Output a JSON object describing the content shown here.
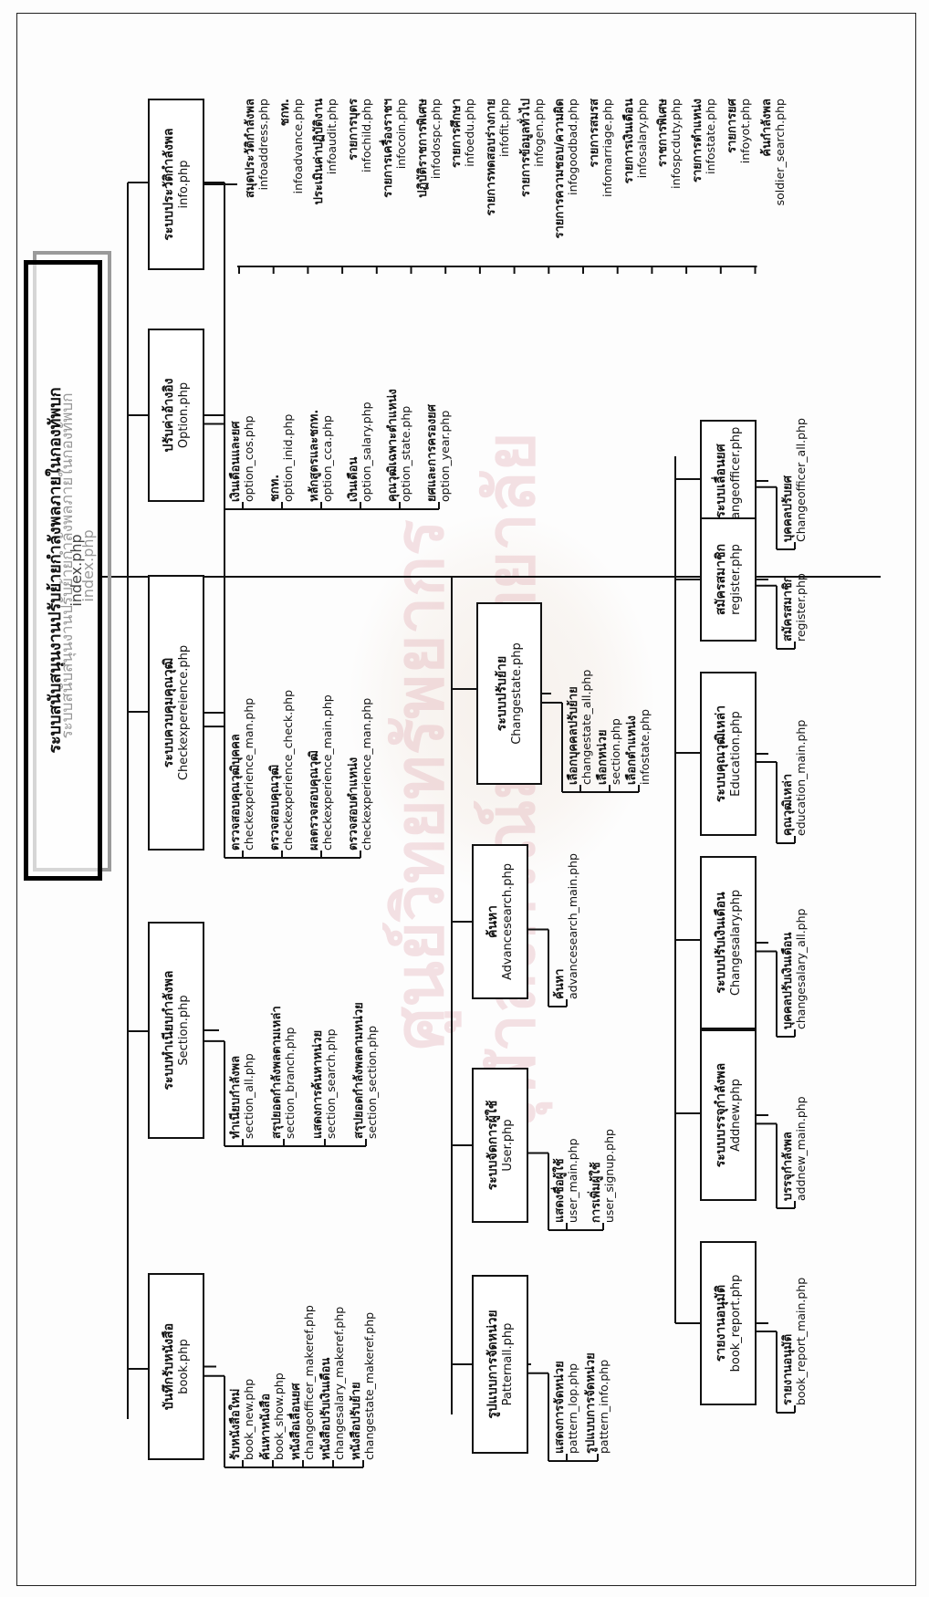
{
  "root": {
    "title_th": "ระบบสนับสนุนงานปรับย้ายกำลังพลภายในกองทัพบก",
    "title_th_sub": "ระบบสนับสนุนงานปรับย้ายกำลังพลภายในกองทัพบก",
    "file": "index.php",
    "file_sub": "index.php"
  },
  "watermark": {
    "line1": "ศูนย์วิทยทรัพยากร",
    "line2": "จุฬาลงกรณ์มหาวิทยาลัย"
  },
  "nodes": [
    {
      "key": "info",
      "th": "ระบบประวัติกำลังพล",
      "file": "info.php",
      "leaves": [
        {
          "th": "สมุดประวัติกำลังพล",
          "file": "infoaddress.php"
        },
        {
          "th": "ชกท.",
          "file": "infoadvance.php"
        },
        {
          "th": "ประเมินค่าปฏิบัติงาน",
          "file": "infoaudit.php"
        },
        {
          "th": "รายการบุตร",
          "file": "infochild.php"
        },
        {
          "th": "รายการเครื่องราชฯ",
          "file": "infocoin.php"
        },
        {
          "th": "ปฏิบัติราชการพิเศษ",
          "file": "infodospc.php"
        },
        {
          "th": "รายการศึกษา",
          "file": "infoedu.php"
        },
        {
          "th": "รายการทดสอบร่างกาย",
          "file": "infofit.php"
        },
        {
          "th": "รายการข้อมูลทั่วไป",
          "file": "infogen.php"
        },
        {
          "th": "รายการความชอบ/ความผิด",
          "file": "infogoodbad.php"
        },
        {
          "th": "รายการสมรส",
          "file": "infomarriage.php"
        },
        {
          "th": "รายการเงินเดือน",
          "file": "infosalary.php"
        },
        {
          "th": "ราชการพิเศษ",
          "file": "infospcduty.php"
        },
        {
          "th": "รายการตำแหน่ง",
          "file": "infostate.php"
        },
        {
          "th": "รายการยศ",
          "file": "infoyot.php"
        },
        {
          "th": "ค้นกำลังพล",
          "file": "soldier_search.php"
        }
      ]
    },
    {
      "key": "option",
      "th": "ปรับค่าอ้างอิง",
      "file": "Option.php",
      "leaves": [
        {
          "th": "เงินเดือนและยศ",
          "file": "option_cos.php"
        },
        {
          "th": "ชกท.",
          "file": "option_inid.php"
        },
        {
          "th": "หลักสูตรและชกท.",
          "file": "option_cca.php"
        },
        {
          "th": "เงินเดือน",
          "file": "option_salary.php"
        },
        {
          "th": "คุณวุฒิเฉพาะตำแหน่ง",
          "file": "option_state.php"
        },
        {
          "th": "ยศและการครองยศ",
          "file": "option_year.php"
        }
      ]
    },
    {
      "key": "checkexp",
      "th": "ระบบควบคุมคุณวุฒิ",
      "file": "Checkexpereience.php",
      "leaves": [
        {
          "th": "ตรวจสอบคุณวุฒิบุคคล",
          "file": "checkexperience_man.php"
        },
        {
          "th": "ตรวจสอบคุณวุฒิ",
          "file": "checkexperience_check.php"
        },
        {
          "th": "ผลตรวจสอบคุณวุฒิ",
          "file": "checkexperience_main.php"
        },
        {
          "th": "ตรวจสอบตำแหน่ง",
          "file": "checkexperience_man.php"
        }
      ]
    },
    {
      "key": "section",
      "th": "ระบบทำเนียบกำลังพล",
      "file": "Section.php",
      "leaves": [
        {
          "th": "ทำเนียบกำลังพล",
          "file": "section_all.php"
        },
        {
          "th": "สรุปยอดกำลังพลตามเหล่า",
          "file": "section_branch.php"
        },
        {
          "th": "แสดงการค้นหาหน่วย",
          "file": "section_search.php"
        },
        {
          "th": "สรุปยอดกำลังพลตามหน่วย",
          "file": "section_section.php"
        }
      ]
    },
    {
      "key": "book",
      "th": "บันทึกรับหนังสือ",
      "file": "book.php",
      "leaves": [
        {
          "th": "รับหนังสือใหม่",
          "file": "book_new.php"
        },
        {
          "th": "ค้นหาหนังสือ",
          "file": "book_show.php"
        },
        {
          "th": "หนังสือเลื่อนยศ",
          "file": "changeofficer_makeref.php"
        },
        {
          "th": "หนังสือปรับเงินเดือน",
          "file": "changesalary_makeref.php"
        },
        {
          "th": "หนังสือปรับย้าย",
          "file": "changestate_makeref.php"
        }
      ]
    },
    {
      "key": "changestate",
      "th": "ระบบปรับย้าย",
      "file": "Changestate.php",
      "leaves": [
        {
          "th": "เลือกบุคคลปรับย้าย",
          "file": "changestate_all.php"
        },
        {
          "th": "เลือกหน่วย",
          "file": "section.php"
        },
        {
          "th": "เลือกตำแหน่ง",
          "file": "infostate.php"
        }
      ]
    },
    {
      "key": "advsearch",
      "th": "ค้นหา",
      "file": "Advancesearch.php",
      "leaves": [
        {
          "th": "ค้นหา",
          "file": "advancesearch_main.php"
        }
      ]
    },
    {
      "key": "user",
      "th": "ระบบจัดการผู้ใช้",
      "file": "User.php",
      "leaves": [
        {
          "th": "แสดงชื่อผู้ใช้",
          "file": "user_main.php"
        },
        {
          "th": "การเพิ่มผู้ใช้",
          "file": "user_signup.php"
        }
      ]
    },
    {
      "key": "pattern",
      "th": "รูปแบบการจัดหน่วย",
      "file": "Patternall.php",
      "leaves": [
        {
          "th": "แสดงการจัดหน่วย",
          "file": "pattern_lop.php"
        },
        {
          "th": "รูปแบบการจัดหน่วย",
          "file": "pattern_info.php"
        }
      ]
    },
    {
      "key": "changeofficer",
      "th": "ระบบเลื่อนยศ",
      "file": "Changeofficer.php",
      "leaves": [
        {
          "th": "บุคคลปรับยศ",
          "file": "Changeofficer_all.php"
        }
      ]
    },
    {
      "key": "register",
      "th": "สมัครสมาชิก",
      "file": "register.php",
      "leaves": [
        {
          "th": "สมัครสมาชิก",
          "file": "register.php"
        }
      ]
    },
    {
      "key": "education",
      "th": "ระบบคุณวุฒิเหล่า",
      "file": "Education.php",
      "leaves": [
        {
          "th": "คุณวุฒิเหล่า",
          "file": "education_main.php"
        }
      ]
    },
    {
      "key": "changesalary",
      "th": "ระบบปรับเงินเดือน",
      "file": "Changesalary.php",
      "leaves": [
        {
          "th": "บุคคลปรับเงินเดือน",
          "file": "changesalary_all.php"
        }
      ]
    },
    {
      "key": "addnew",
      "th": "ระบบบรรจุกำลังพล",
      "file": "Addnew.php",
      "leaves": [
        {
          "th": "บรรจุกำลังพล",
          "file": "addnew_main.php"
        }
      ]
    },
    {
      "key": "bookreport",
      "th": "รายงานอนุมัติ",
      "file": "book_report.php",
      "leaves": [
        {
          "th": "รายงานอนุมัติ",
          "file": "book_report_main.php"
        }
      ]
    }
  ]
}
